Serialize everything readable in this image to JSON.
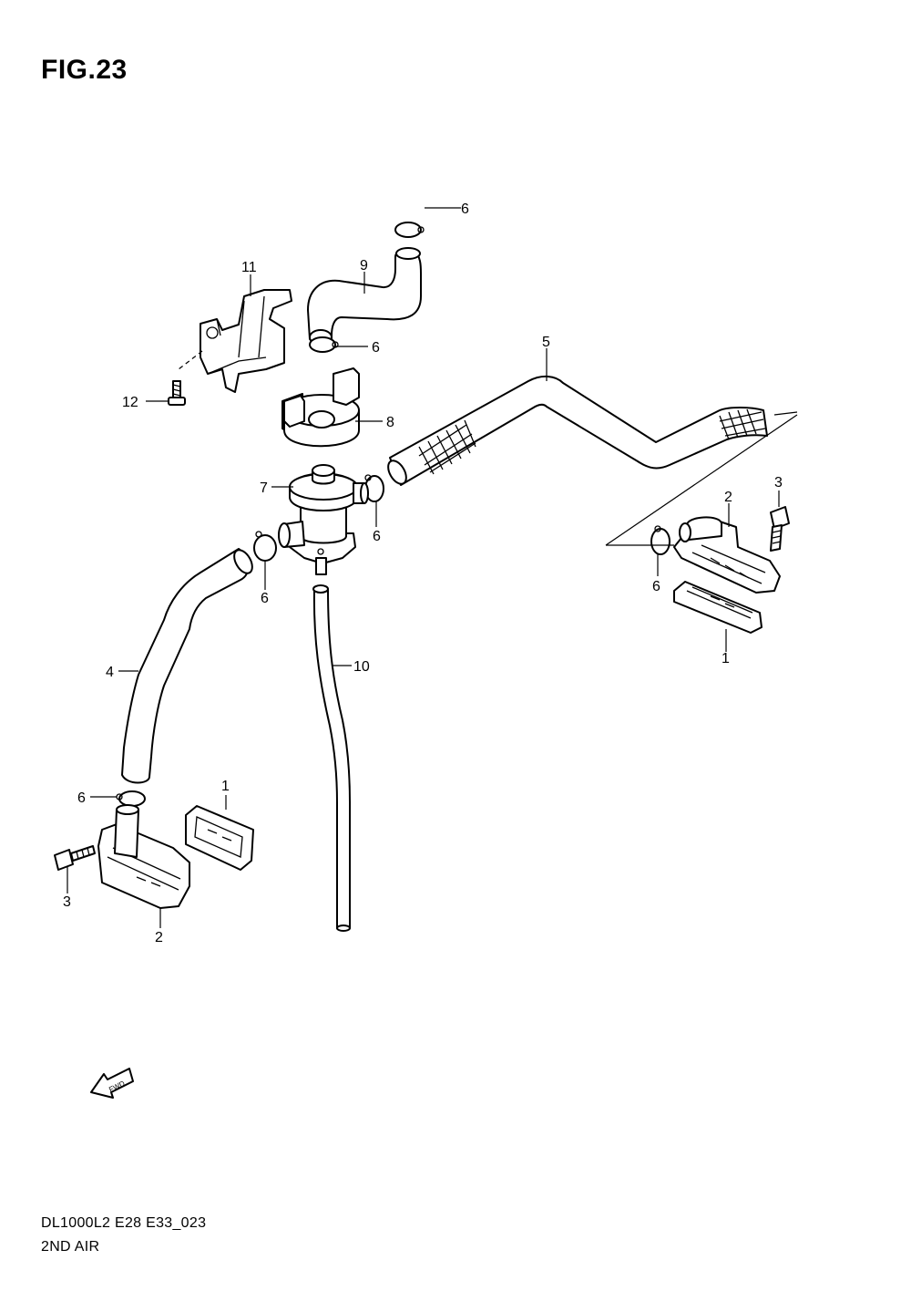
{
  "figure": {
    "title": "FIG.23",
    "model_code": "DL1000L2 E28 E33_023",
    "section_name": "2ND AIR"
  },
  "callouts": {
    "c1a": "1",
    "c1b": "1",
    "c2a": "2",
    "c2b": "2",
    "c3a": "3",
    "c3b": "3",
    "c4": "4",
    "c5": "5",
    "c6a": "6",
    "c6b": "6",
    "c6c": "6",
    "c6d": "6",
    "c6e": "6",
    "c6f": "6",
    "c7": "7",
    "c8": "8",
    "c9": "9",
    "c10": "10",
    "c11": "11",
    "c12": "12"
  },
  "fwd_marker": {
    "label": "FWD",
    "icon": "fwd-arrow-icon"
  }
}
